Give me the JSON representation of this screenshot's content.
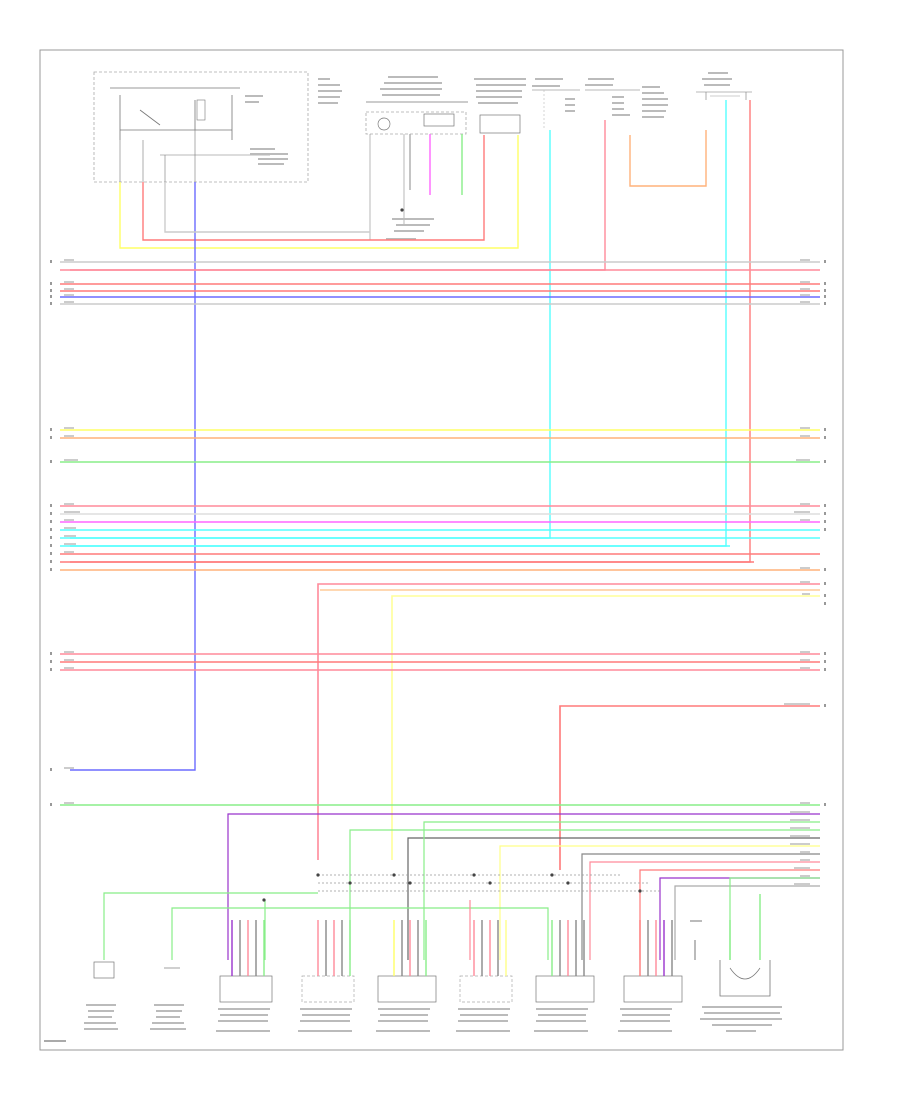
{
  "colors": {
    "white": "#d2d2d2",
    "red": "#ff7a7a",
    "pink": "#ff8a9a",
    "blue": "#6b6bff",
    "yellow": "#ffff66",
    "orange": "#ffb27a",
    "green": "#88ee88",
    "cyan": "#55ffff",
    "magenta": "#ff66ff",
    "violet": "#9933cc",
    "gray": "#888888",
    "dark": "#555555"
  },
  "diagram": {
    "frame_color": "#999999",
    "corner_label": "",
    "components": [
      {
        "id": "relay-box",
        "label": "",
        "kind": "relay"
      },
      {
        "id": "hazard-switch",
        "label": "",
        "kind": "switch"
      },
      {
        "id": "left-headlight",
        "label": "",
        "kind": "lamp"
      },
      {
        "id": "right-headlight",
        "label": "",
        "kind": "lamp"
      },
      {
        "id": "combination-switch",
        "label": "",
        "kind": "switch"
      },
      {
        "id": "lh-door-sensor",
        "label": "",
        "kind": "sensor"
      },
      {
        "id": "rh-door-sensor",
        "label": "",
        "kind": "sensor"
      },
      {
        "id": "module-1",
        "label": "",
        "kind": "module"
      },
      {
        "id": "module-2",
        "label": "",
        "kind": "module"
      },
      {
        "id": "module-3",
        "label": "",
        "kind": "module"
      },
      {
        "id": "module-4",
        "label": "",
        "kind": "module"
      },
      {
        "id": "module-5",
        "label": "",
        "kind": "module"
      },
      {
        "id": "module-6",
        "label": "",
        "kind": "module"
      },
      {
        "id": "rear-module",
        "label": "",
        "kind": "module"
      }
    ]
  }
}
